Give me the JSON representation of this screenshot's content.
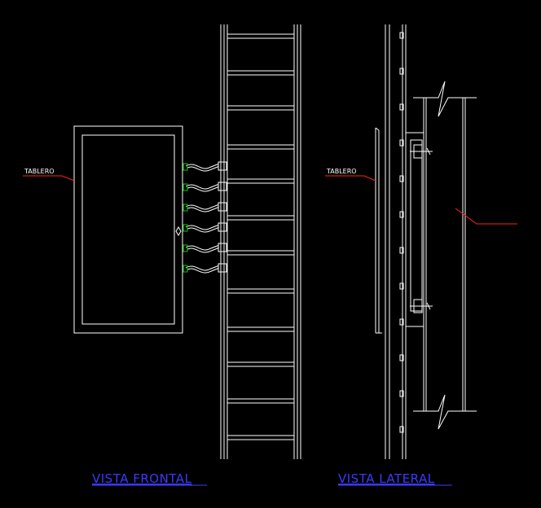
{
  "front_view": {
    "caption": "VISTA FRONTAL",
    "panel_label": "TABLERO"
  },
  "side_view": {
    "caption": "VISTA LATERAL",
    "panel_label": "TABLERO"
  },
  "colors": {
    "background": "#000000",
    "line": "#ffffff",
    "leader": "#ff2020",
    "connector": "#00cc00",
    "caption": "#3a3aff"
  },
  "cable_count": 6
}
